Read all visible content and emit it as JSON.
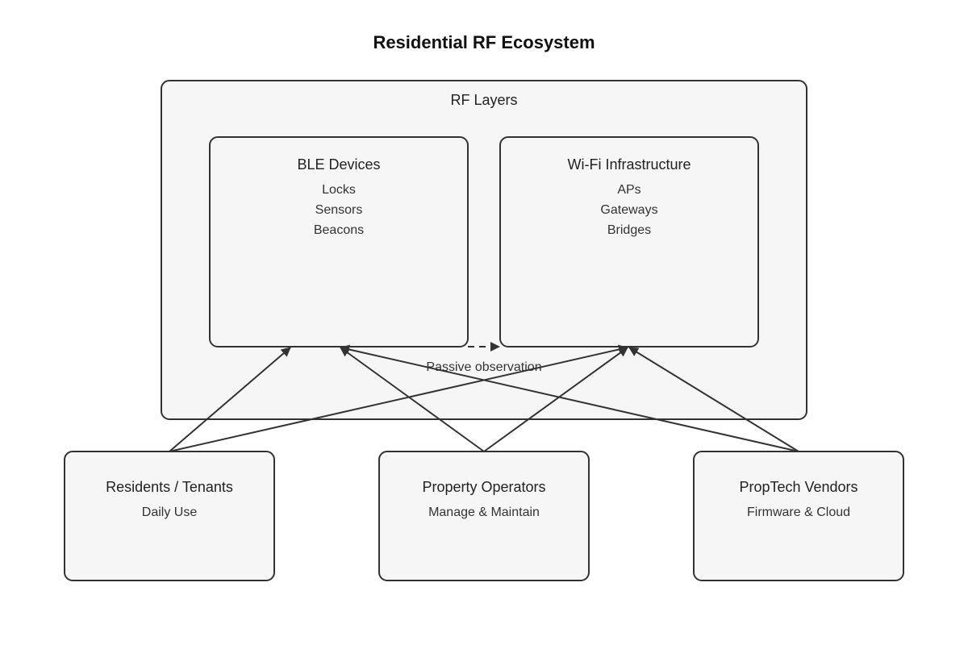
{
  "title": "Residential RF Ecosystem",
  "group": {
    "label": "RF Layers"
  },
  "nodes": {
    "ble": {
      "title": "BLE Devices",
      "items": [
        "Locks",
        "Sensors",
        "Beacons"
      ]
    },
    "wifi": {
      "title": "Wi-Fi Infrastructure",
      "items": [
        "APs",
        "Gateways",
        "Bridges"
      ]
    },
    "residents": {
      "title": "Residents / Tenants",
      "items": [
        "Daily Use"
      ]
    },
    "operators": {
      "title": "Property Operators",
      "items": [
        "Manage & Maintain"
      ]
    },
    "vendors": {
      "title": "PropTech Vendors",
      "items": [
        "Firmware & Cloud"
      ]
    }
  },
  "edges": [
    {
      "from": "residents",
      "to": "ble",
      "style": "solid"
    },
    {
      "from": "residents",
      "to": "wifi",
      "style": "solid"
    },
    {
      "from": "operators",
      "to": "ble",
      "style": "solid"
    },
    {
      "from": "operators",
      "to": "wifi",
      "style": "solid"
    },
    {
      "from": "vendors",
      "to": "ble",
      "style": "solid"
    },
    {
      "from": "vendors",
      "to": "wifi",
      "style": "solid"
    },
    {
      "from": "ble",
      "to": "wifi",
      "style": "dashed",
      "label": "Passive observation"
    }
  ],
  "colors": {
    "box_fill": "#f6f6f6",
    "stroke": "#333333",
    "text": "#222222"
  }
}
